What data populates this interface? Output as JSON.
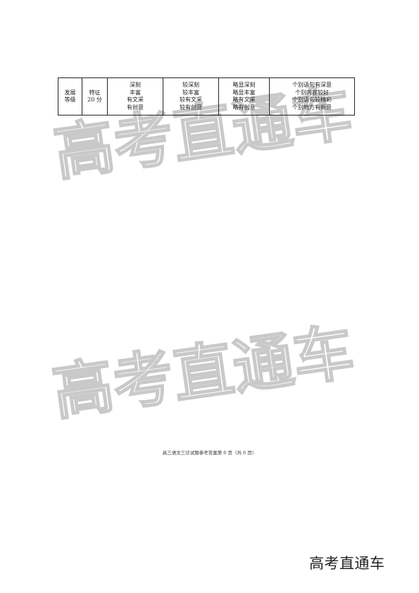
{
  "table": {
    "row_label": [
      "发展",
      "等级"
    ],
    "criterion": [
      "特征",
      "20 分"
    ],
    "levels": [
      [
        "深刻",
        "丰富",
        "有文采",
        "有创意"
      ],
      [
        "较深刻",
        "较丰富",
        "较有文采",
        "较有创意"
      ],
      [
        "略显深刻",
        "略显丰富",
        "略有文采",
        "略有创意"
      ],
      [
        "个别语句有深意",
        "个别内容较好",
        "个别语句较精彩",
        "个别地方有新意"
      ]
    ]
  },
  "watermark": {
    "text": "高考直通车"
  },
  "footer": {
    "text": "高三语文三诊试题参考答案第 6 页（共 6 页）"
  },
  "brand": {
    "text": "高考直通车"
  }
}
